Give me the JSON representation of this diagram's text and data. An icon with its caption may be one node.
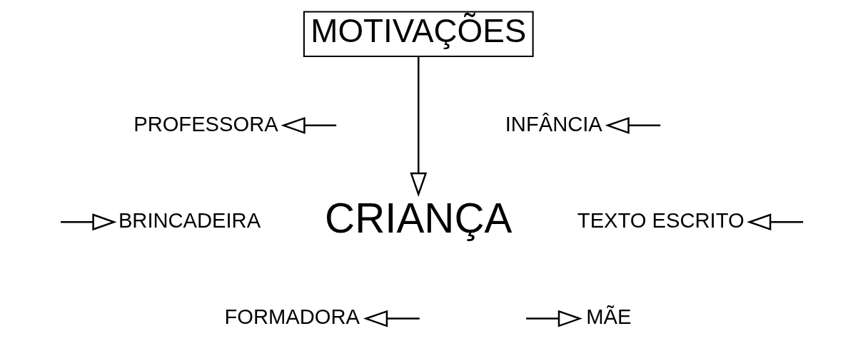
{
  "diagram": {
    "nodes": [
      {
        "text": [
          "MOTIVAÇÕES"
        ]
      },
      {
        "text": [
          "PROFESSORA"
        ]
      },
      {
        "text": [
          "INFÂNCIA"
        ]
      },
      {
        "text": [
          "BRINCADEIRA"
        ]
      },
      {
        "text": [
          "CRIANÇA"
        ]
      },
      {
        "text": [
          "TEXTO ESCRITO"
        ]
      },
      {
        "text": [
          "MÃE"
        ]
      },
      {
        "text": [
          "FORMADORA"
        ]
      }
    ],
    "edges": [
      {
        "from": 0,
        "to": 4,
        "arrow": "to"
      },
      {
        "from": null,
        "to": 1,
        "arrow": "to"
      },
      {
        "from": null,
        "to": 2,
        "arrow": "to"
      },
      {
        "from": null,
        "to": 3,
        "arrow": "to"
      },
      {
        "from": null,
        "to": 5,
        "arrow": "to"
      },
      {
        "from": null,
        "to": 6,
        "arrow": "to"
      },
      {
        "from": null,
        "to": 7,
        "arrow": "to"
      }
    ]
  }
}
